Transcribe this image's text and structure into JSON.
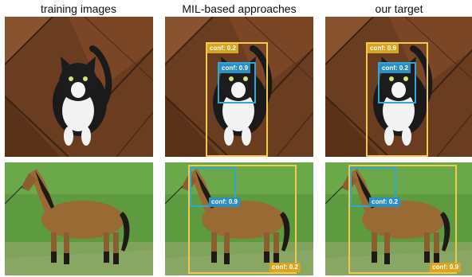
{
  "columns": {
    "training": "training images",
    "mil": "MIL-based approaches",
    "target": "our target"
  },
  "rows": [
    {
      "subject": "cat",
      "mil": {
        "outer_conf": "conf: 0.2",
        "inner_conf": "conf: 0.9"
      },
      "target": {
        "outer_conf": "conf: 0.9",
        "inner_conf": "conf: 0.2"
      }
    },
    {
      "subject": "horse",
      "mil": {
        "outer_conf": "conf: 0.2",
        "inner_conf": "conf: 0.9"
      },
      "target": {
        "outer_conf": "conf: 0.9",
        "inner_conf": "conf: 0.2"
      }
    }
  ],
  "colors": {
    "outer_box": "#f2c94c",
    "inner_box": "#2fa6d6"
  }
}
